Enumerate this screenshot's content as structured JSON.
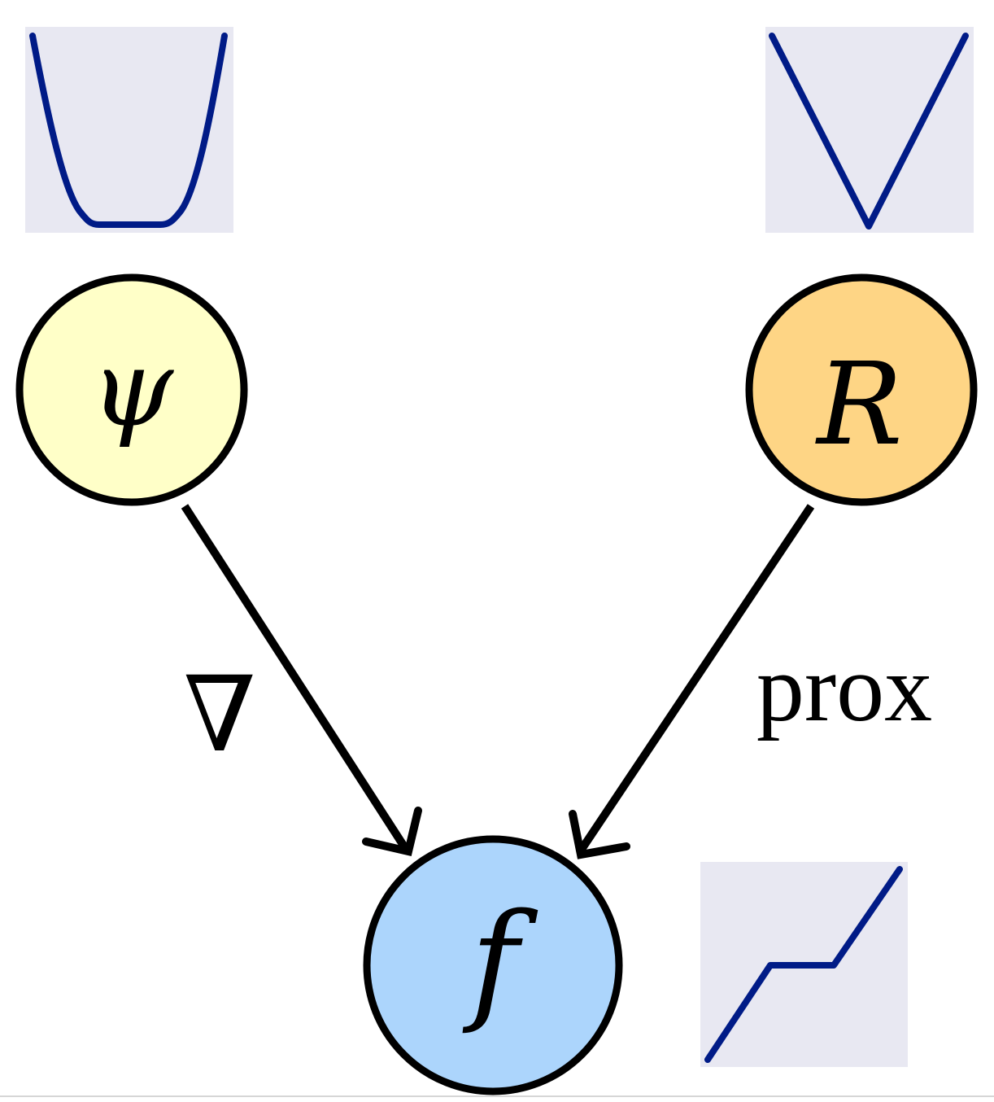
{
  "nodes": {
    "psi": {
      "symbol": "ψ",
      "fill": "#ffffc8"
    },
    "r": {
      "symbol": "R",
      "fill": "#fed585"
    },
    "f": {
      "symbol": "f",
      "fill": "#acd5fc"
    }
  },
  "edges": {
    "psi_to_f": {
      "label": "∇"
    },
    "r_to_f": {
      "label": "prox"
    }
  },
  "plots": {
    "psi": {
      "icon": "flat-bottom-parabola"
    },
    "r": {
      "icon": "v-shape-absolute-value"
    },
    "f": {
      "icon": "staircase-shrinkage"
    },
    "background": "#e8e8f2",
    "curve_color": "#001b87"
  }
}
